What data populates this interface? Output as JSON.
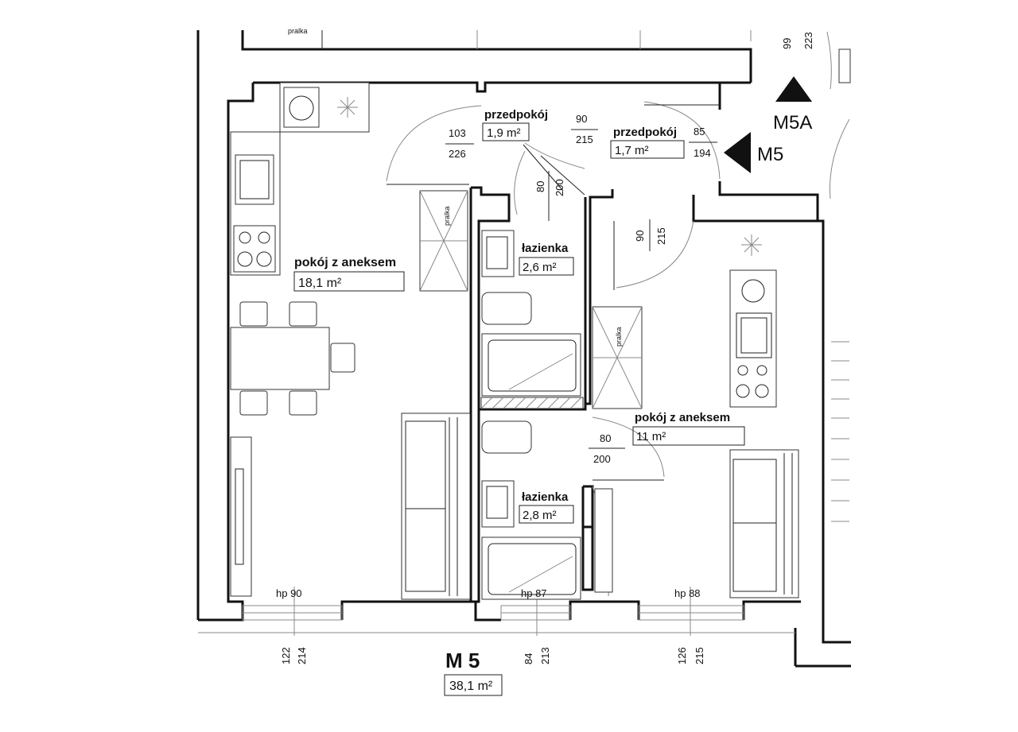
{
  "plan": {
    "unit": {
      "code": "M 5",
      "area": "38,1 m²"
    },
    "markers": [
      {
        "label": "M5A",
        "orientation": "up"
      },
      {
        "label": "M5",
        "orientation": "left"
      }
    ],
    "rooms": [
      {
        "name": "przedpokój",
        "area": "1,9 m²"
      },
      {
        "name": "przedpokój",
        "area": "1,7 m²"
      },
      {
        "name": "pokój z aneksem",
        "area": "18,1 m²"
      },
      {
        "name": "łazienka",
        "area": "2,6 m²"
      },
      {
        "name": "łazienka",
        "area": "2,8 m²"
      },
      {
        "name": "pokój z aneksem",
        "area": "11 m²"
      }
    ],
    "doors": [
      {
        "width": "103",
        "height": "226"
      },
      {
        "width": "90",
        "height": "215"
      },
      {
        "width": "85",
        "height": "194"
      },
      {
        "width": "80",
        "height": "200"
      },
      {
        "width": "90",
        "height": "215"
      },
      {
        "width": "80",
        "height": "200"
      }
    ],
    "windows": [
      {
        "width": "122",
        "height": "214",
        "sill": "hp 90"
      },
      {
        "width": "84",
        "height": "213",
        "sill": "hp 87"
      },
      {
        "width": "126",
        "height": "215",
        "sill": "hp 88"
      }
    ],
    "top_dims": [
      "99",
      "223"
    ],
    "appliance_label": "pralka"
  }
}
